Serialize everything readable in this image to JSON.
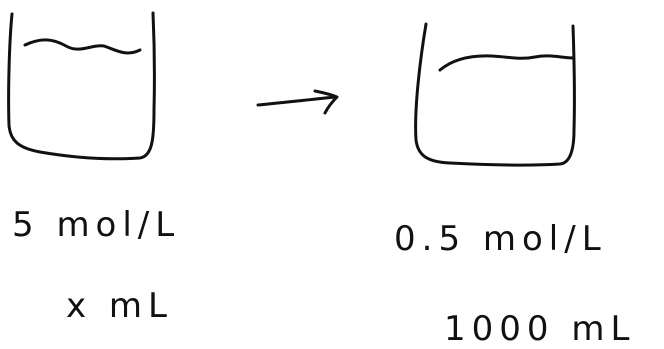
{
  "diagram": {
    "left_beaker": {
      "concentration": "5 mol/L",
      "volume": "x mL"
    },
    "arrow": {
      "icon": "right-arrow-icon"
    },
    "right_beaker": {
      "concentration": "0.5 mol/L",
      "volume": "1000 mL"
    },
    "ink_color": "#111111"
  }
}
